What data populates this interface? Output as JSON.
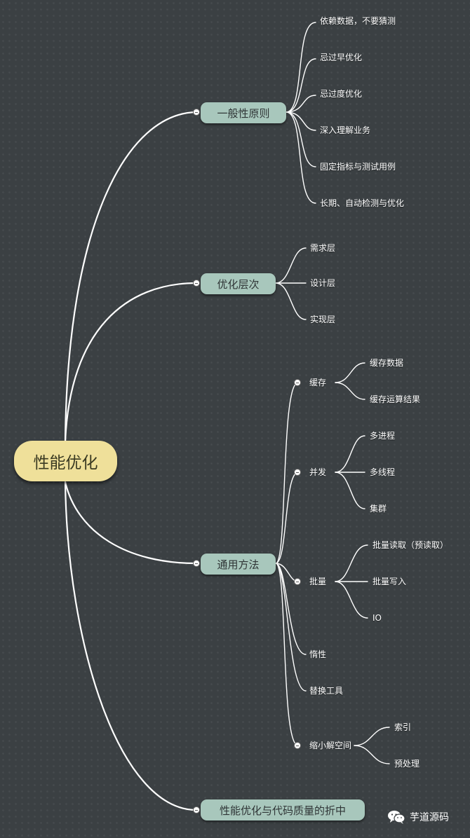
{
  "root": "性能优化",
  "branches": [
    {
      "label": "一般性原则",
      "children": [
        "依赖数据，不要猜测",
        "忌过早优化",
        "忌过度优化",
        "深入理解业务",
        "固定指标与测试用例",
        "长期、自动检测与优化"
      ]
    },
    {
      "label": "优化层次",
      "children": [
        "需求层",
        "设计层",
        "实现层"
      ]
    },
    {
      "label": "通用方法",
      "children": [
        {
          "label": "缓存",
          "children": [
            "缓存数据",
            "缓存运算结果"
          ]
        },
        {
          "label": "并发",
          "children": [
            "多进程",
            "多线程",
            "集群"
          ]
        },
        {
          "label": "批量",
          "children": [
            "批量读取（预读取）",
            "批量写入",
            "IO"
          ]
        },
        {
          "label": "惰性",
          "children": []
        },
        {
          "label": "替换工具",
          "children": []
        },
        {
          "label": "缩小解空间",
          "children": [
            "索引",
            "预处理"
          ]
        }
      ]
    },
    {
      "label": "性能优化与代码质量的折中",
      "children": []
    }
  ],
  "watermark": {
    "icon": "wechat-icon",
    "text": "芋道源码"
  },
  "colors": {
    "background": "#3b4043",
    "root_fill": "#efe09a",
    "topic_fill": "#a8c7bc",
    "line": "#ffffff"
  }
}
